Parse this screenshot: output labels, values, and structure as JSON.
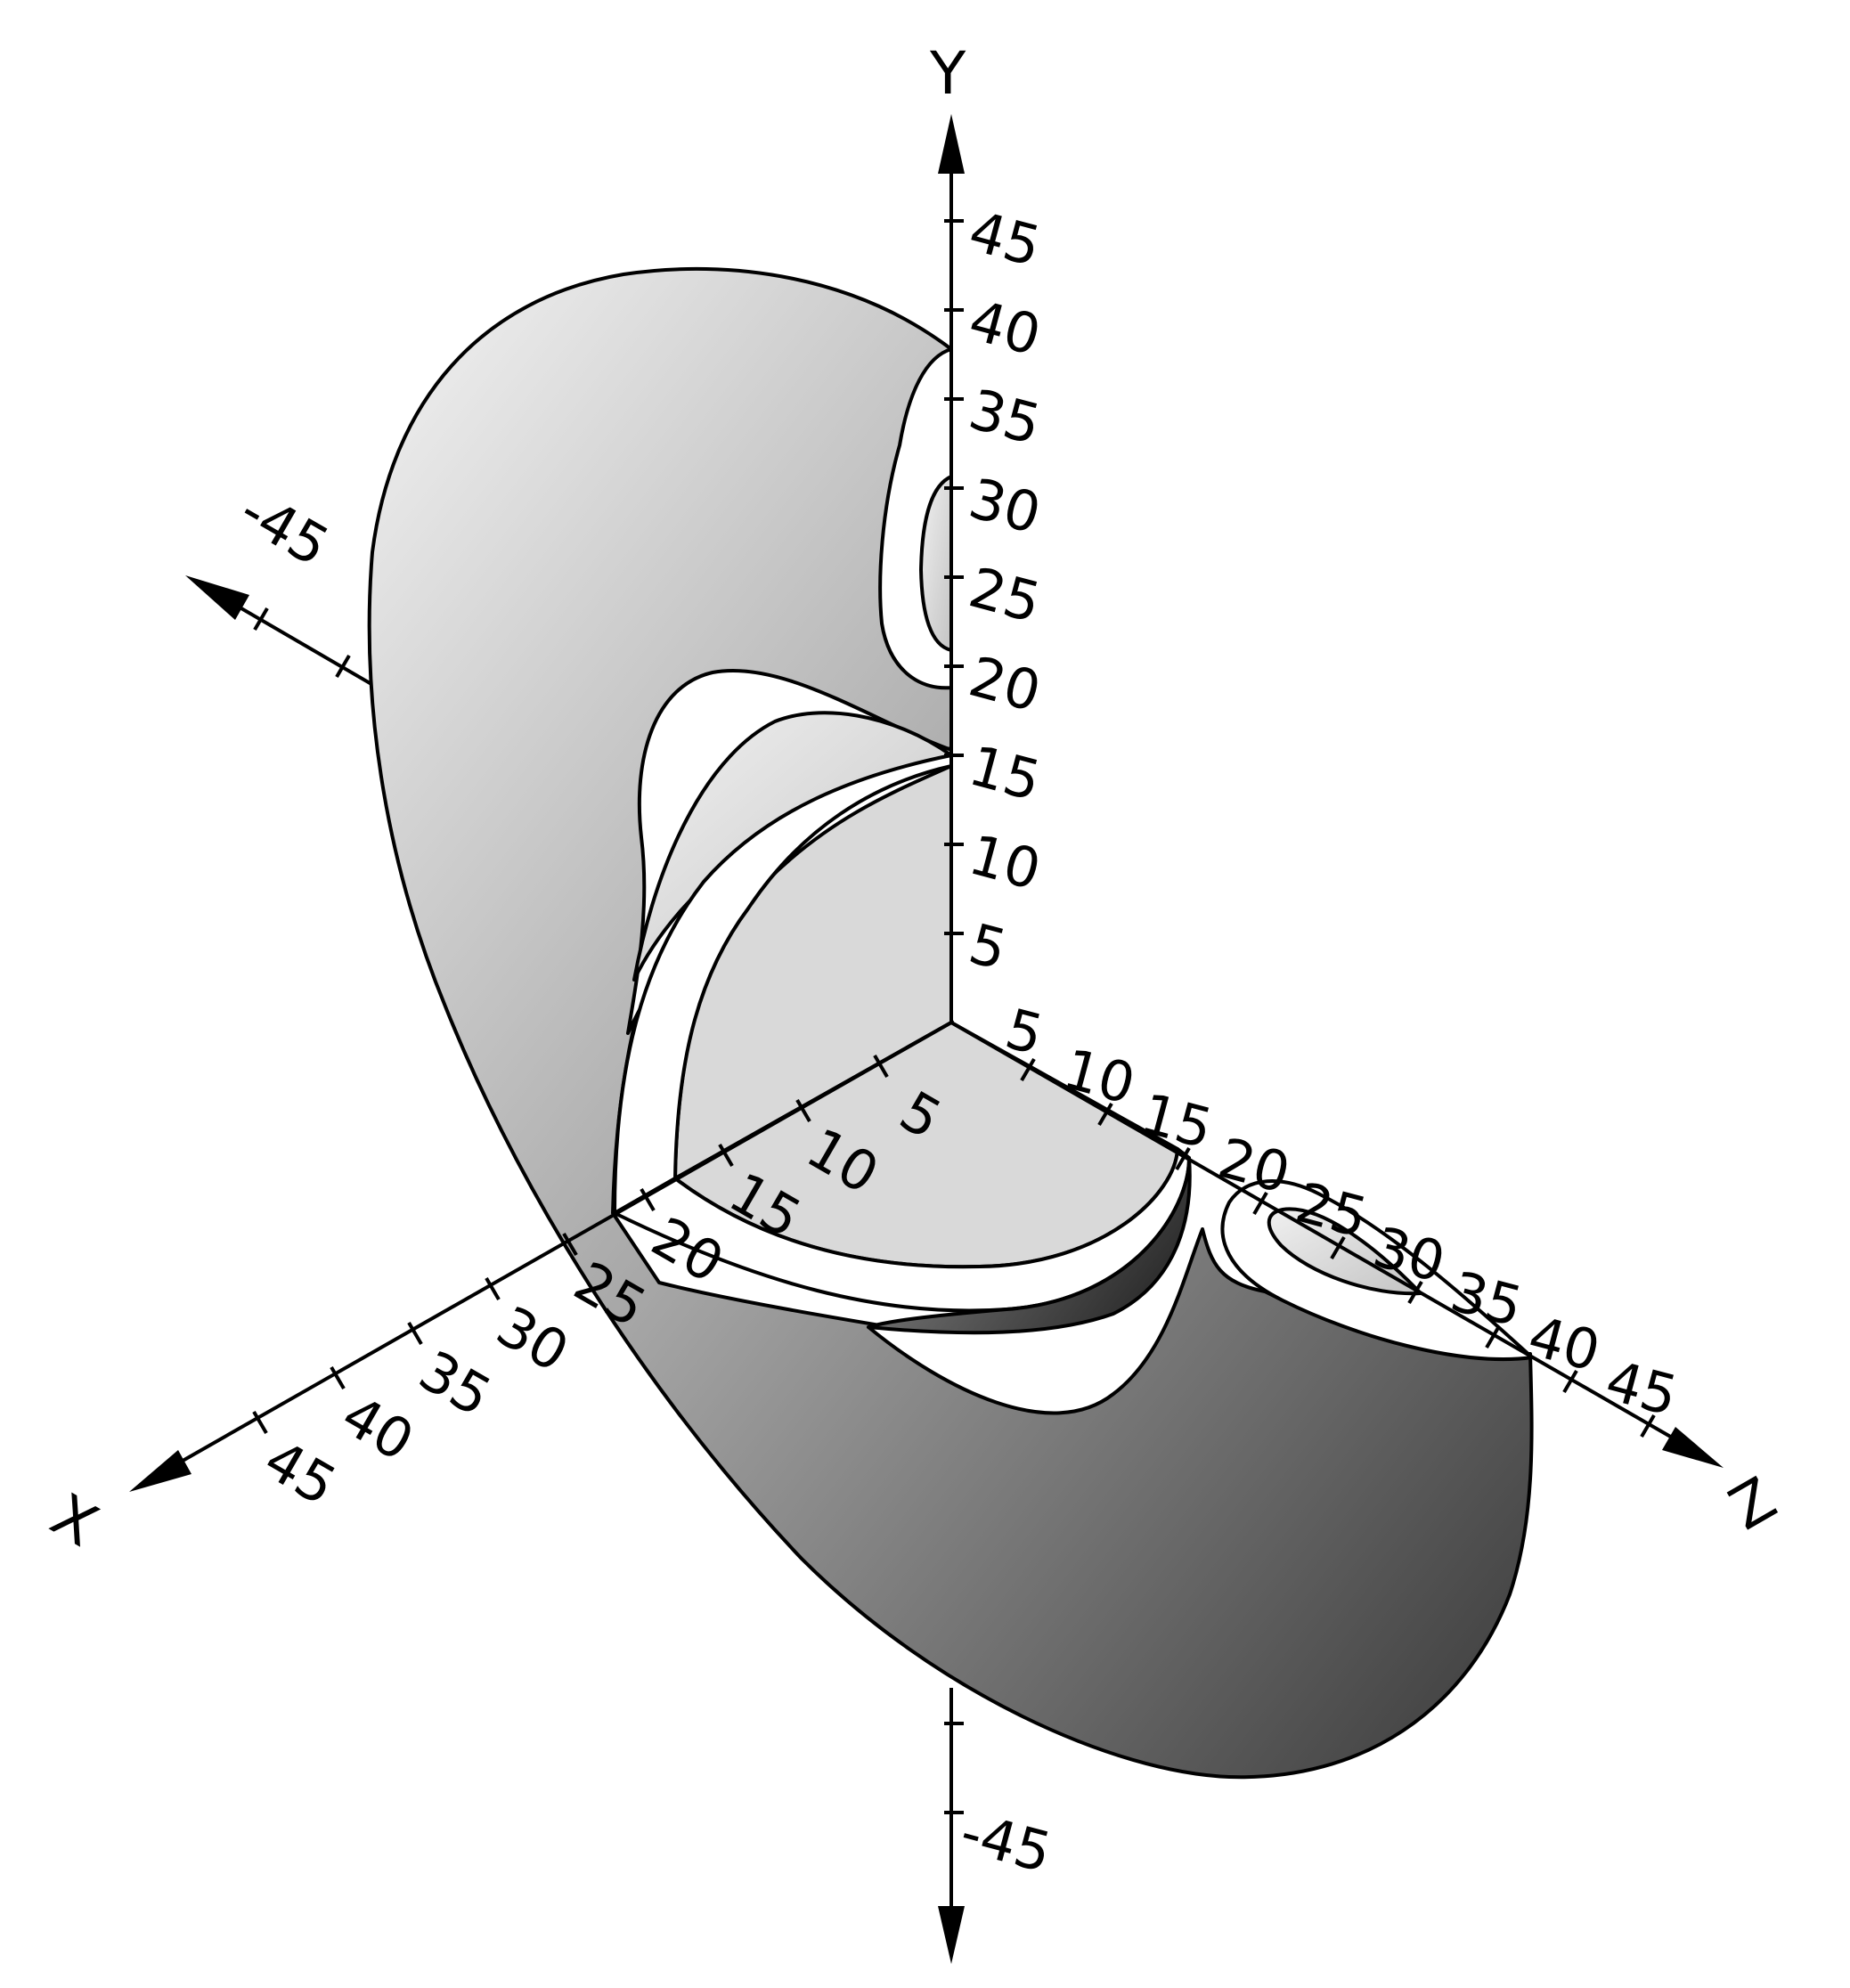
{
  "axes": {
    "x": {
      "name": "X",
      "positive_ticks": [
        "5",
        "10",
        "15",
        "20",
        "25",
        "30",
        "35",
        "40",
        "45"
      ],
      "negative_ticks": [
        "-45"
      ]
    },
    "y": {
      "name": "Y",
      "positive_ticks": [
        "5",
        "10",
        "15",
        "20",
        "25",
        "30",
        "35",
        "40",
        "45"
      ],
      "negative_ticks": [
        "-45"
      ]
    },
    "z": {
      "name": "Z",
      "positive_ticks": [
        "5",
        "10",
        "15",
        "20",
        "25",
        "30",
        "35",
        "40",
        "45"
      ]
    }
  },
  "colors": {
    "light_face": "#d9d9d9",
    "cut_face": "#ffffff",
    "shade_light": "#f2f2f2",
    "shade_dark": "#3c3c3c",
    "outline": "#000000"
  }
}
